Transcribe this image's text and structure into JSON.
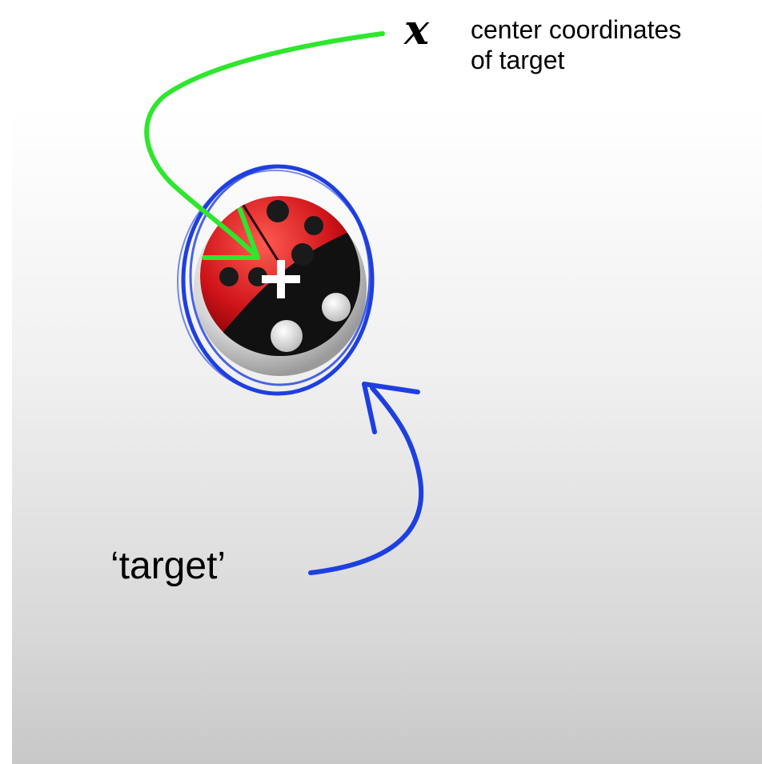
{
  "annotation": {
    "symbol": "𝒙",
    "caption_line1": "center coordinates",
    "caption_line2": "of target"
  },
  "target_label": "‘target’",
  "colors": {
    "green_arrow": "#2ee62e",
    "blue_ring": "#1e3fe0",
    "ladybug_red": "#d0141a",
    "ladybug_black": "#111111",
    "crosshair": "#ffffff"
  },
  "icons": {
    "target": "ladybug-icon",
    "center_marker": "crosshair-icon"
  }
}
